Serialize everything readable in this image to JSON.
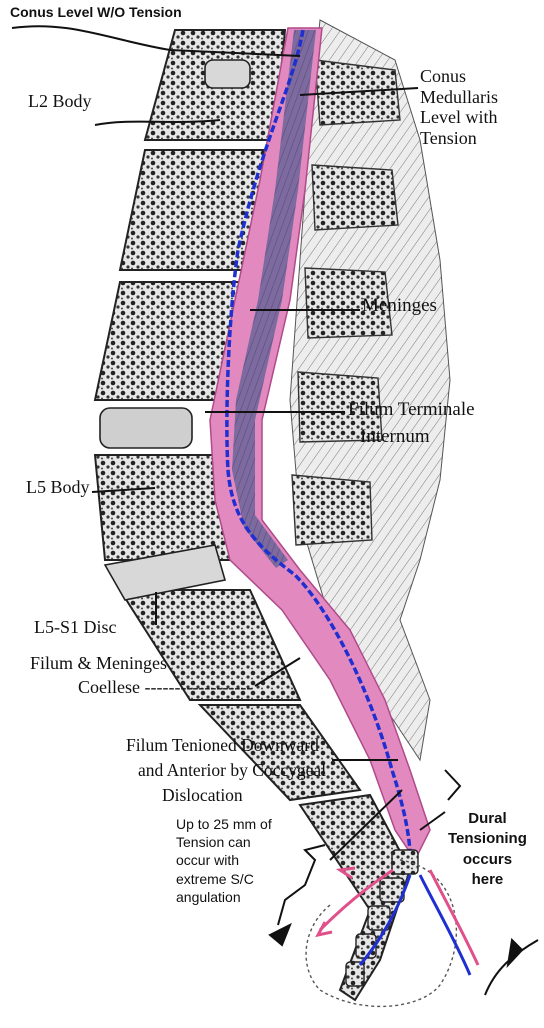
{
  "labels": {
    "conus_wo_tension": "Conus Level W/O Tension",
    "l2_body": "L2 Body",
    "conus_with_tension": [
      "Conus",
      "Medullaris",
      "Level with",
      "Tension"
    ],
    "meninges": "Meninges",
    "filum_terminale": [
      "Filum Terminale",
      "Internum"
    ],
    "l5_body": "L5 Body",
    "l5_s1_disc": "L5-S1 Disc",
    "filum_meninges": [
      "Filum & Meninges",
      "Coellese ------------------"
    ],
    "filum_tensioned": [
      "Filum Tenioned Downward",
      "and Anterior by Coccygeal",
      "Dislocation"
    ],
    "tension_amount": [
      "Up to 25 mm of",
      "Tension can",
      "occur with",
      "extreme S/C",
      "angulation"
    ],
    "dural_tension": [
      "Dural",
      "Tensioning",
      "occurs",
      "here"
    ]
  },
  "colors": {
    "bone": "#c9c9c9",
    "bone_dark": "#3a3a3a",
    "dura": "#e07cb8",
    "cord": "#6c5a9a",
    "filum": "#1f2fd0",
    "pink_arrow": "#e0508a"
  }
}
